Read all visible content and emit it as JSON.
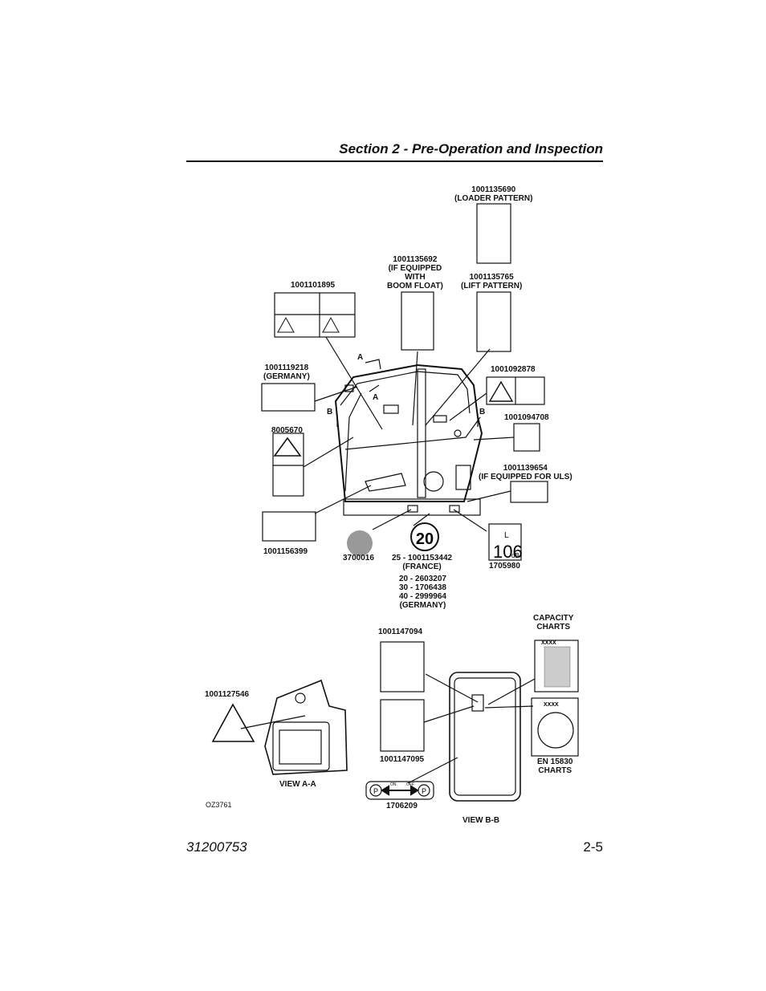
{
  "header": {
    "section_title": "Section 2 - Pre-Operation and Inspection"
  },
  "labels": {
    "loader": "1001135690\n(LOADER PATTERN)",
    "boom_float": "1001135692\n(IF EQUIPPED\nWITH\nBOOM FLOAT)",
    "lift": "1001135765\n(LIFT PATTERN)",
    "l1001101895": "1001101895",
    "germany": "1001119218\n(GERMANY)",
    "l1001092878": "1001092878",
    "l1001094708": "1001094708",
    "uls": "1001139654\n(IF EQUIPPED FOR ULS)",
    "l8005670": "8005670",
    "l1001156399": "1001156399",
    "l3700016": "3700016",
    "speed": "25 - 1001153442\n(FRANCE)",
    "speed2": "20 - 2603207\n30 - 1706438\n40 - 2999964\n(GERMANY)",
    "l1705980": "1705980",
    "capacity": "CAPACITY\nCHARTS",
    "l1001147094": "1001147094",
    "l1001147095": "1001147095",
    "l1001127546": "1001127546",
    "en15830": "EN 15830\nCHARTS",
    "view_aa": "VIEW A-A",
    "view_bb": "VIEW B-B",
    "l1706209": "1706209",
    "oz": "OZ3761"
  },
  "markers": {
    "a": "A",
    "b": "B"
  },
  "decal_text": {
    "speed": "20",
    "noise": "106",
    "noise_unit": "dB",
    "lwa": "L",
    "xxxx": "XXXX",
    "on": "ON",
    "off": "OFF",
    "p": "P"
  },
  "footer": {
    "doc_number": "31200753",
    "page": "2-5"
  }
}
